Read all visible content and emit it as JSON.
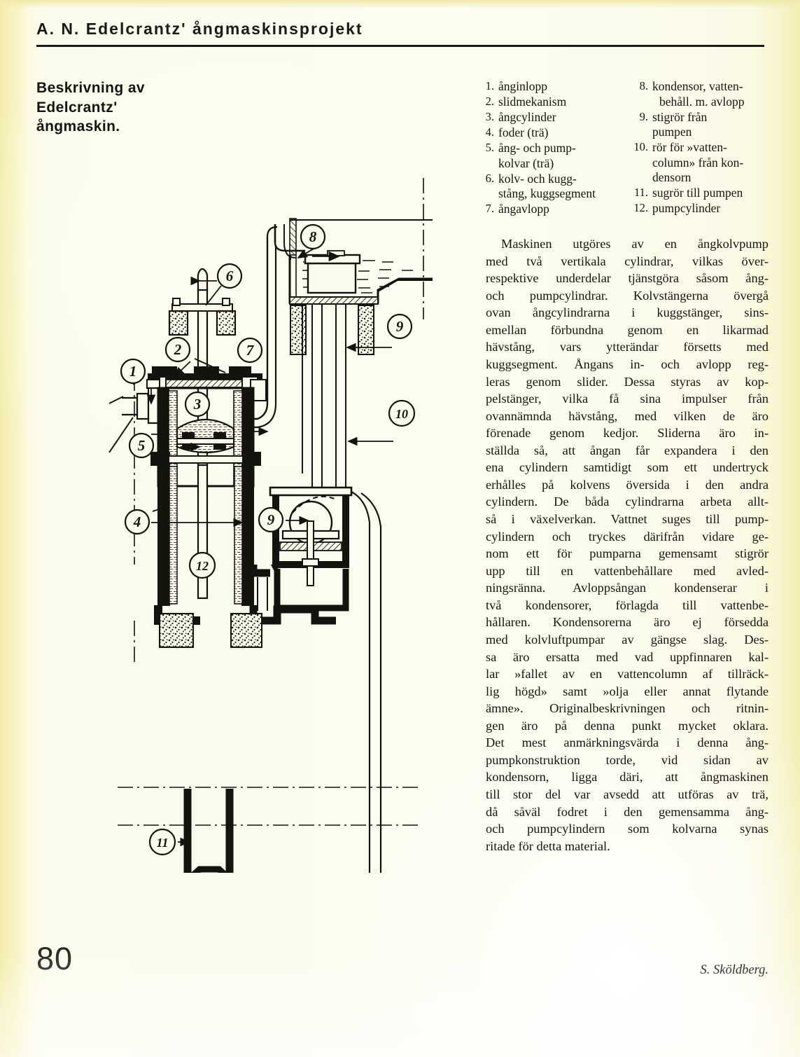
{
  "running_head": {
    "title": "A. N. Edelcrantz' ångmaskinsprojekt"
  },
  "side_caption": {
    "line1": "Beskrivning av",
    "line2": "Edelcrantz'",
    "line3": "ångmaskin."
  },
  "folio": {
    "page_number": "80"
  },
  "signature": {
    "author": "S. Sköldberg."
  },
  "legend": {
    "left": [
      {
        "num": "1.",
        "text": "ånginlopp"
      },
      {
        "num": "2.",
        "text": "slidmekanism"
      },
      {
        "num": "3.",
        "text": "ångcylinder"
      },
      {
        "num": "4.",
        "text": "foder (trä)"
      },
      {
        "num": "5.",
        "text": "ång- och pump-",
        "text2": "kolvar (trä)"
      },
      {
        "num": "6.",
        "text": "kolv- och kugg-",
        "text2": "stång, kuggsegment"
      },
      {
        "num": "7.",
        "text": "ångavlopp"
      }
    ],
    "right": [
      {
        "num": "8.",
        "text": "kondensor, vatten-",
        "text2": "behåll. m. avlopp"
      },
      {
        "num": "9.",
        "text": "stigrör från",
        "text2": "pumpen"
      },
      {
        "num": "10.",
        "text": "rör för »vatten-",
        "text2": "column» från kon-",
        "text3": "densorn"
      },
      {
        "num": "11.",
        "text": "sugrör till pumpen"
      },
      {
        "num": "12.",
        "text": "pumpcylinder"
      }
    ]
  },
  "body": {
    "lines": [
      {
        "t": "Maskinen utgöres av en ångkolvpump",
        "indent": true
      },
      {
        "t": "med två vertikala cylindrar, vilkas över-"
      },
      {
        "t": "respektive underdelar tjänstgöra såsom ång-"
      },
      {
        "t": "och pumpcylindrar. Kolvstängerna övergå"
      },
      {
        "t": "ovan ångcylindrarna i kuggstänger, sins-"
      },
      {
        "t": "emellan förbundna genom en likarmad"
      },
      {
        "t": "hävstång, vars ytterändar försetts med"
      },
      {
        "t": "kuggsegment. Ångans in- och avlopp reg-"
      },
      {
        "t": "leras genom slider. Dessa styras av kop-"
      },
      {
        "t": "pelstänger, vilka få sina impulser från"
      },
      {
        "t": "ovannämnda hävstång, med vilken de äro"
      },
      {
        "t": "förenade genom kedjor. Sliderna äro in-"
      },
      {
        "t": "ställda så, att ångan får expandera i den"
      },
      {
        "t": "ena cylindern samtidigt som ett undertryck"
      },
      {
        "t": "erhålles på kolvens översida i den andra"
      },
      {
        "t": "cylindern. De båda cylindrarna arbeta allt-"
      },
      {
        "t": "så i växelverkan. Vattnet suges till pump-"
      },
      {
        "t": "cylindern och tryckes därifrån vidare ge-"
      },
      {
        "t": "nom ett för pumparna gemensamt stigrör"
      },
      {
        "t": "upp till en vattenbehållare med avled-"
      },
      {
        "t": "ningsränna. Avloppsångan kondenserar i"
      },
      {
        "t": "två kondensorer, förlagda till vattenbe-"
      },
      {
        "t": "hållaren. Kondensorerna äro ej försedda"
      },
      {
        "t": "med kolvluftpumpar av gängse slag. Des-"
      },
      {
        "t": "sa äro ersatta med vad uppfinnaren kal-"
      },
      {
        "t": "lar »fallet av en vattencolumn af tillräck-"
      },
      {
        "t": "lig högd» samt »olja eller annat flytande"
      },
      {
        "t": "ämne». Originalbeskrivningen och ritnin-"
      },
      {
        "t": "gen äro på denna punkt mycket oklara."
      },
      {
        "t": "Det mest anmärkningsvärda i denna ång-"
      },
      {
        "t": "pumpkonstruktion torde, vid sidan av"
      },
      {
        "t": "kondensorn, ligga däri, att ångmaskinen"
      },
      {
        "t": "till stor del var avsedd att utföras av trä,"
      },
      {
        "t": "då såväl fodret i den gemensamma ång-"
      },
      {
        "t": "och pumpcylindern som kolvarna synas"
      },
      {
        "t": "ritade för detta material.",
        "last": true
      }
    ]
  },
  "figure": {
    "description": "Teknisk sektionsritning av Edelcrantz' ångkolvpump",
    "callouts": [
      {
        "id": "1",
        "label": "ånginlopp"
      },
      {
        "id": "2",
        "label": "slidmekanism"
      },
      {
        "id": "3",
        "label": "ångcylinder"
      },
      {
        "id": "4",
        "label": "foder (trä)"
      },
      {
        "id": "5",
        "label": "ång- och pumpkolvar (trä)"
      },
      {
        "id": "6",
        "label": "kolv- och kuggstång, kuggsegment"
      },
      {
        "id": "7",
        "label": "ångavlopp"
      },
      {
        "id": "8",
        "label": "kondensor, vattenbehåll. m. avlopp"
      },
      {
        "id": "9",
        "label": "stigrör från pumpen"
      },
      {
        "id": "9b",
        "label": "stigrör från pumpen"
      },
      {
        "id": "10",
        "label": "rör för vattencolumn från kondensorn"
      },
      {
        "id": "11",
        "label": "sugrör till pumpen"
      },
      {
        "id": "12",
        "label": "pumpcylinder"
      }
    ]
  },
  "colors": {
    "page": "#fbfbe6",
    "ink": "#16150f",
    "edge_yellow": "#f2edae"
  }
}
